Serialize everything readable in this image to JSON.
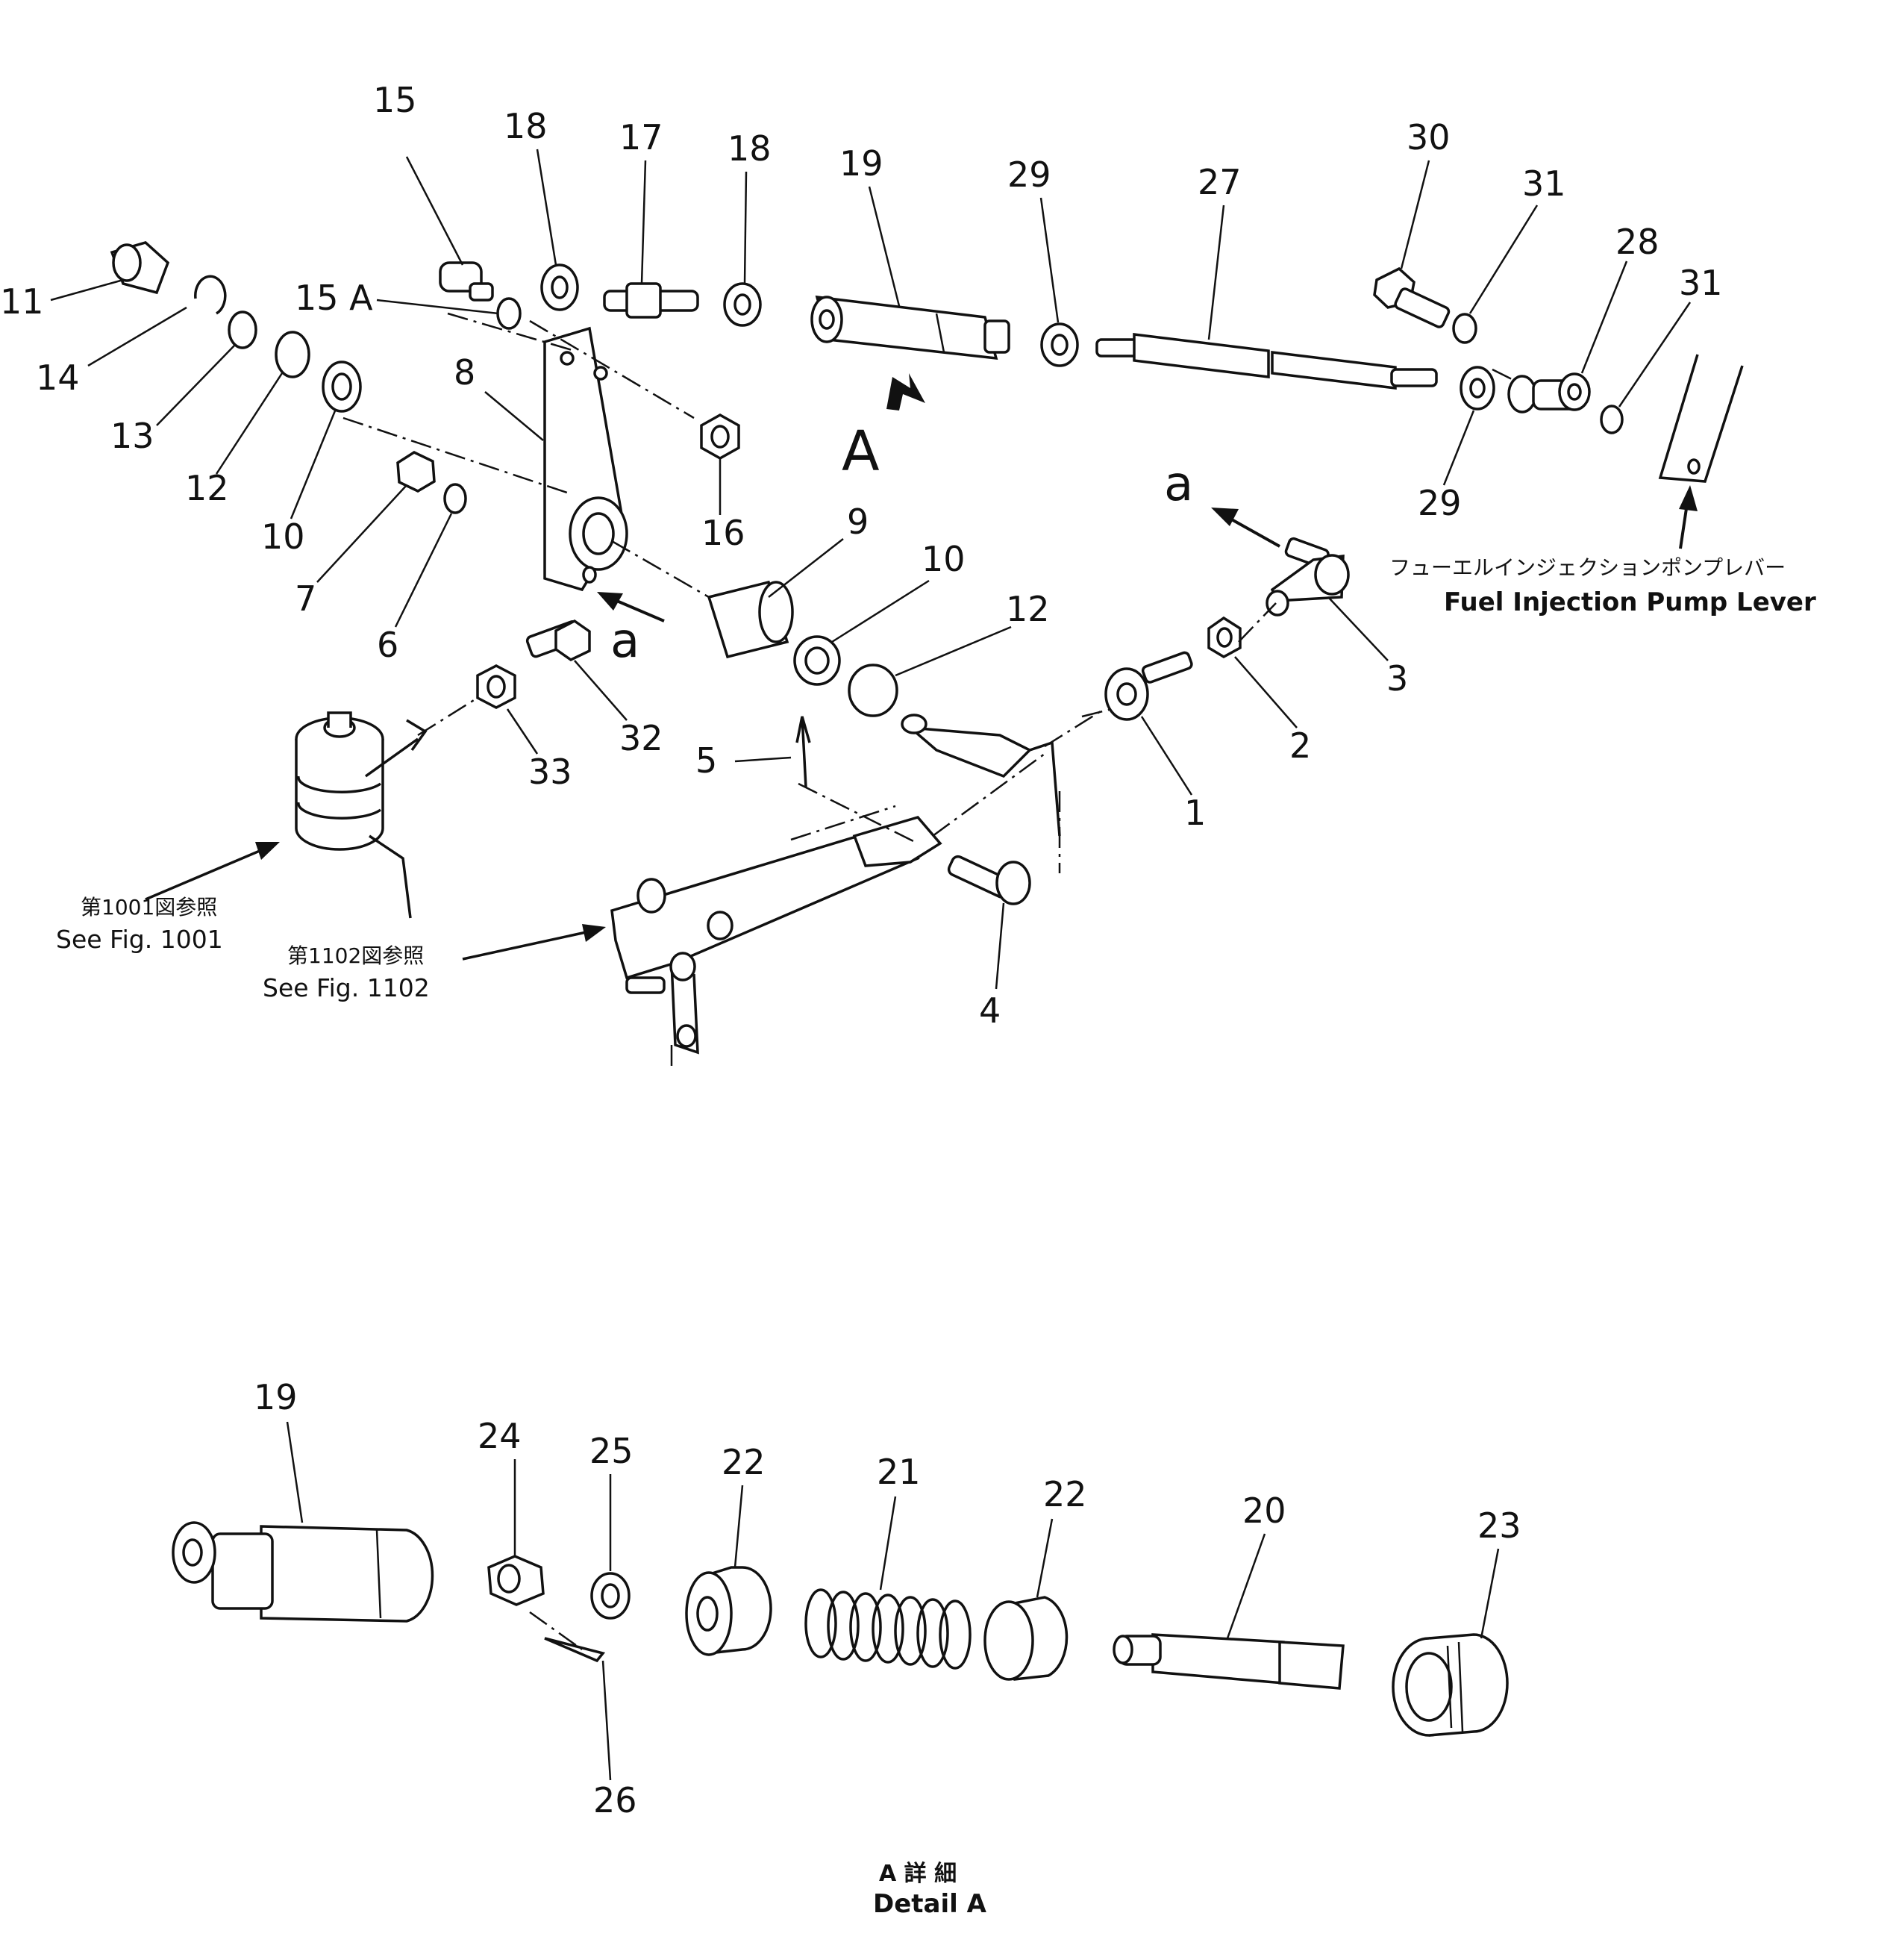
{
  "callouts": {
    "c1": "1",
    "c2": "2",
    "c3": "3",
    "c4": "4",
    "c5": "5",
    "c6": "6",
    "c7": "7",
    "c8": "8",
    "c9": "9",
    "c10a": "10",
    "c10b": "10",
    "c11": "11",
    "c12a": "12",
    "c12b": "12",
    "c13": "13",
    "c14": "14",
    "c15": "15",
    "c15a": "15 A",
    "c16": "16",
    "c17": "17",
    "c18a": "18",
    "c18b": "18",
    "c19": "19",
    "c27": "27",
    "c28": "28",
    "c29a": "29",
    "c29b": "29",
    "c30": "30",
    "c31a": "31",
    "c31b": "31",
    "c32": "32",
    "c33": "33"
  },
  "markers": {
    "view_A": "A",
    "view_a_left": "a",
    "view_a_right": "a"
  },
  "notes": {
    "fuel_lever_ja": "フューエルインジェクションポンプレバー",
    "fuel_lever_en": "Fuel Injection Pump Lever",
    "fig1001_ja": "第1001図参照",
    "fig1001_en": "See Fig. 1001",
    "fig1102_ja": "第1102図参照",
    "fig1102_en": "See Fig. 1102"
  },
  "detail": {
    "callouts": {
      "d19": "19",
      "d20": "20",
      "d21": "21",
      "d22a": "22",
      "d22b": "22",
      "d23": "23",
      "d24": "24",
      "d25": "25",
      "d26": "26"
    },
    "caption_ja": "A 詳 細",
    "caption_en": "Detail A"
  }
}
